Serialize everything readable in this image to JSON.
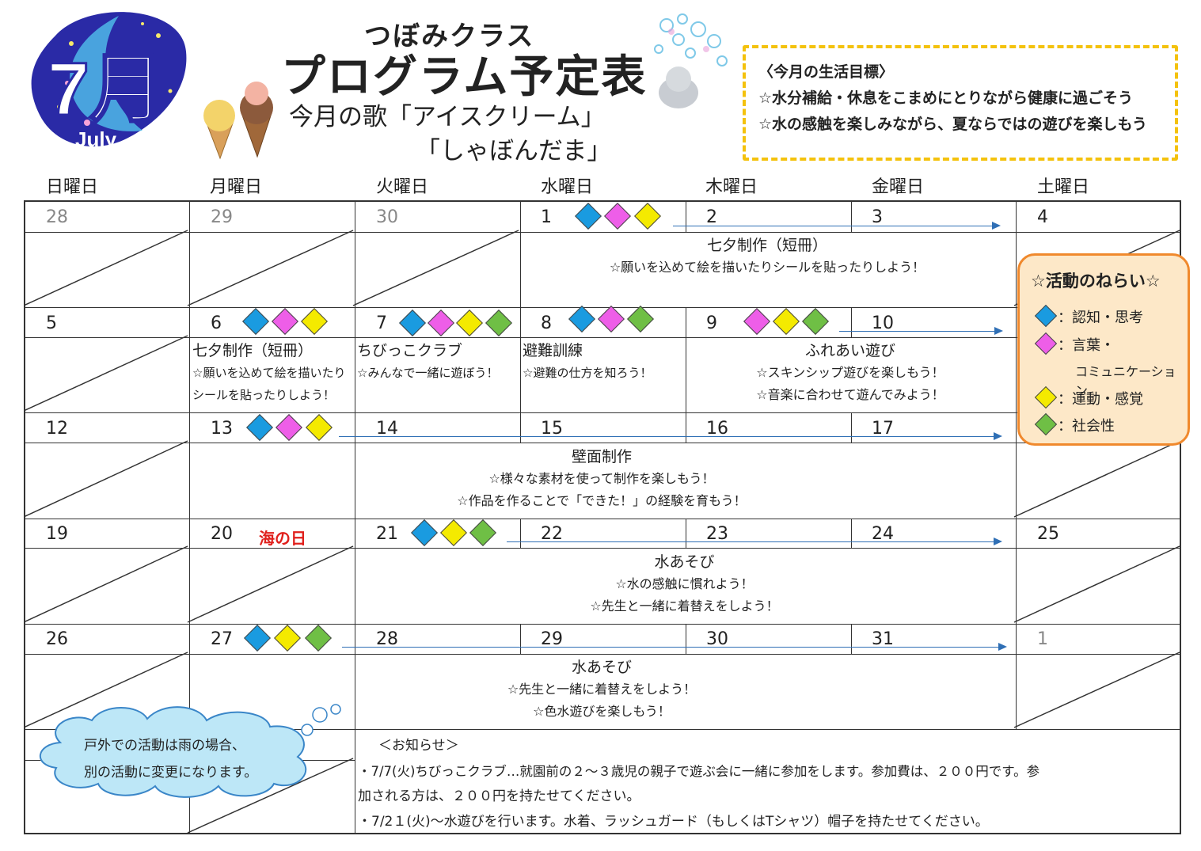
{
  "header": {
    "class_name": "つぼみクラス",
    "title": "プログラム予定表",
    "song_line1": "今月の歌「アイスクリーム」",
    "song_line2": "「しゃぼんだま」",
    "month_badge": "7月",
    "month_badge_en": "July"
  },
  "goals": {
    "title": "〈今月の生活目標〉",
    "items": [
      "☆水分補給・休息をこまめにとりながら健康に過ごそう",
      "☆水の感触を楽しみながら、夏ならではの遊びを楽しもう"
    ]
  },
  "weekdays": [
    "日曜日",
    "月曜日",
    "火曜日",
    "水曜日",
    "木曜日",
    "金曜日",
    "土曜日"
  ],
  "weeks": [
    {
      "days": [
        "28",
        "29",
        "30",
        "1",
        "2",
        "3",
        "4"
      ]
    },
    {
      "days": [
        "5",
        "6",
        "7",
        "8",
        "9",
        "10",
        ""
      ]
    },
    {
      "days": [
        "12",
        "13",
        "14",
        "15",
        "16",
        "17",
        ""
      ]
    },
    {
      "days": [
        "19",
        "20",
        "21",
        "22",
        "23",
        "24",
        "25"
      ]
    },
    {
      "days": [
        "26",
        "27",
        "28",
        "29",
        "30",
        "31",
        "1"
      ]
    }
  ],
  "holiday": "海の日",
  "activities": {
    "w1": {
      "title": "七夕制作（短冊）",
      "desc": "☆願いを込めて絵を描いたりシールを貼ったりしよう！"
    },
    "w2_mon": {
      "title": "七夕制作（短冊）",
      "desc1": "☆願いを込めて絵を描いたり",
      "desc2": "シールを貼ったりしよう！"
    },
    "w2_tue": {
      "title": "ちびっこクラブ",
      "desc": "☆みんなで一緒に遊ぼう！"
    },
    "w2_wed": {
      "title": "避難訓練",
      "desc": "☆避難の仕方を知ろう！"
    },
    "w2_thu": {
      "title": "ふれあい遊び",
      "desc1": "☆スキンシップ遊びを楽しもう！",
      "desc2": "☆音楽に合わせて遊んでみよう！"
    },
    "w3": {
      "title": "壁面制作",
      "desc1": "☆様々な素材を使って制作を楽しもう！",
      "desc2": "☆作品を作ることで「できた！」の経験を育もう！"
    },
    "w4": {
      "title": "水あそび",
      "desc1": "☆水の感触に慣れよう！",
      "desc2": "☆先生と一緒に着替えをしよう！"
    },
    "w5": {
      "title": "水あそび",
      "desc1": "☆先生と一緒に着替えをしよう！",
      "desc2": "☆色水遊びを楽しもう！"
    }
  },
  "aims": {
    "title": "☆活動のねらい☆",
    "items": [
      {
        "color": "#1a9be0",
        "label": "：認知・思考"
      },
      {
        "color": "#ee5ee8",
        "label": "：言葉・"
      },
      {
        "color": "",
        "label": "コミュニケーション"
      },
      {
        "color": "#f4ea00",
        "label": "：運動・感覚"
      },
      {
        "color": "#6fbf45",
        "label": "：社会性"
      }
    ]
  },
  "notice": {
    "title": "＜お知らせ＞",
    "line1": "・7/7(火)ちびっこクラブ…就園前の２～３歳児の親子で遊ぶ会に一緒に参加をします。参加費は、２００円です。参",
    "line2": "加される方は、２００円を持たせてください。",
    "line3": "・7/2１(火)～水遊びを行います。水着、ラッシュガード（もしくはTシャツ）帽子を持たせてください。"
  },
  "cloud": {
    "line1": "戸外での活動は雨の場合、",
    "line2": "別の活動に変更になります。"
  }
}
